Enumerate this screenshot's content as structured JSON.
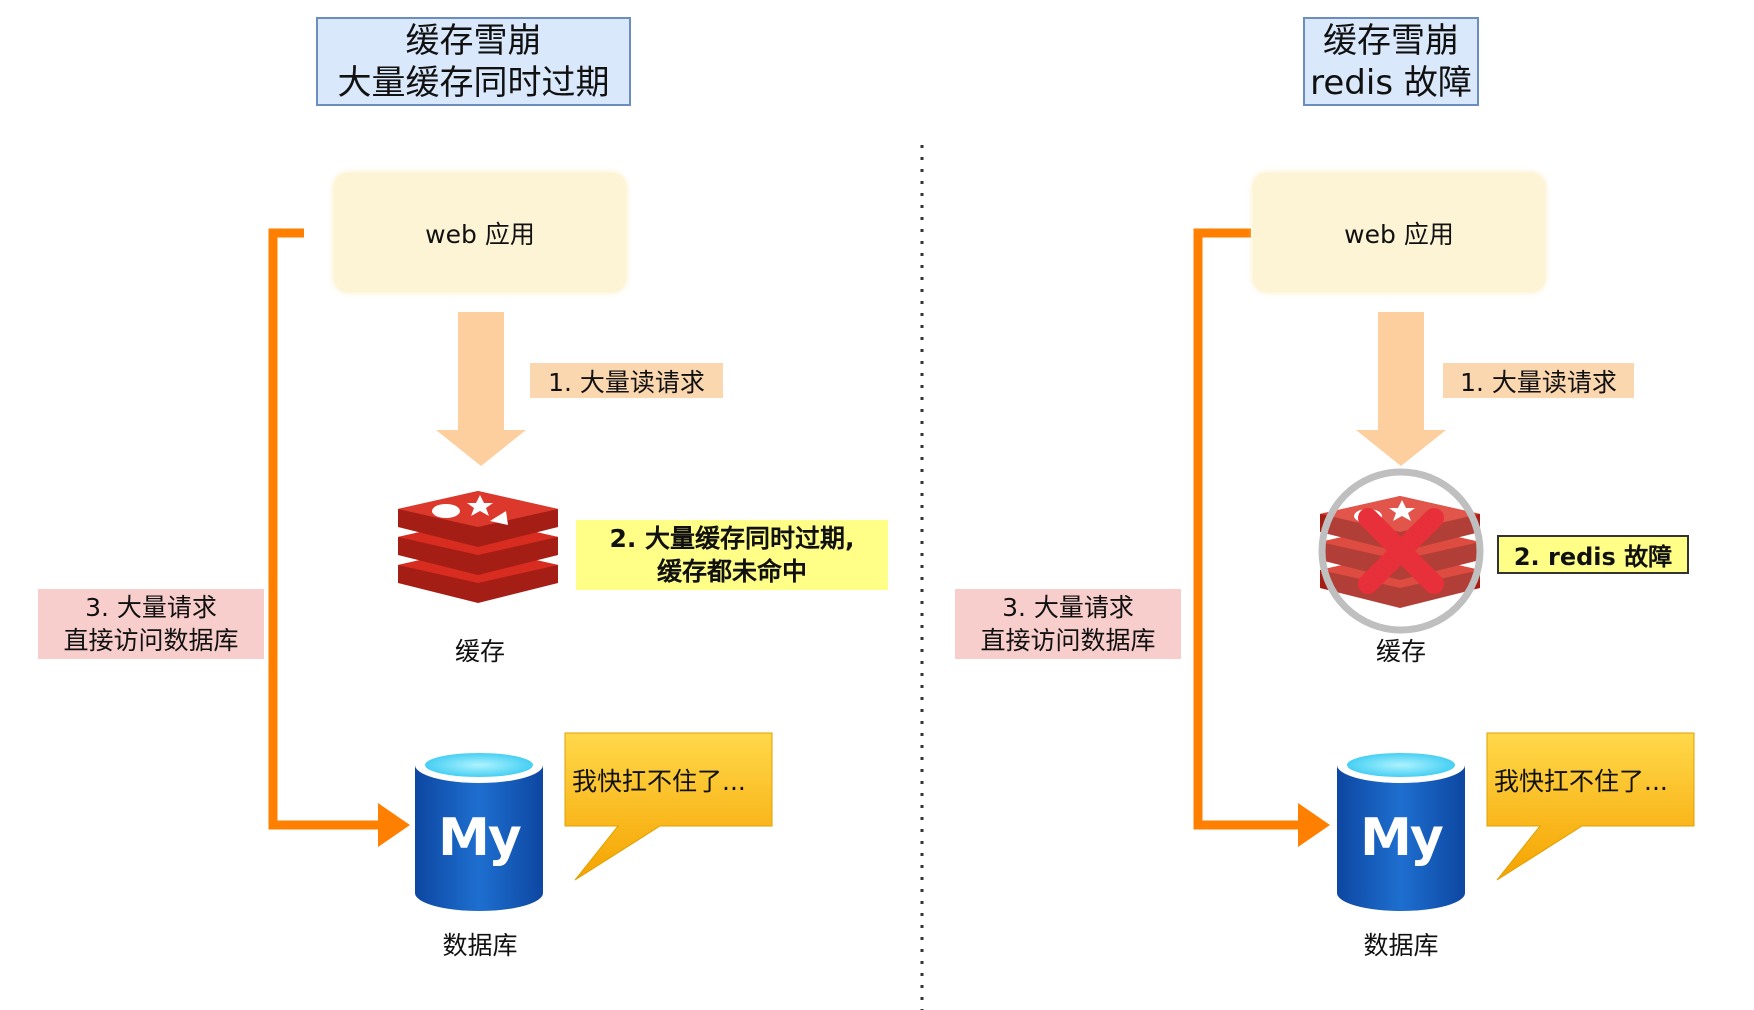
{
  "left": {
    "title_line1": "缓存雪崩",
    "title_line2": "大量缓存同时过期",
    "web_app": "web 应用",
    "step1": "1. 大量读请求",
    "step2_line1": "2. 大量缓存同时过期,",
    "step2_line2": "缓存都未命中",
    "step3_line1": "3. 大量请求",
    "step3_line2": "直接访问数据库",
    "cache_label": "缓存",
    "db_label": "数据库",
    "speech": "我快扛不住了..."
  },
  "right": {
    "title_line1": "缓存雪崩",
    "title_line2": "redis 故障",
    "web_app": "web 应用",
    "step1": "1. 大量读请求",
    "step2": "2. redis 故障",
    "step3_line1": "3. 大量请求",
    "step3_line2": "直接访问数据库",
    "cache_label": "缓存",
    "db_label": "数据库",
    "speech": "我快扛不住了..."
  },
  "db_logo_text": "My",
  "colors": {
    "orange_line": "#ff7f00",
    "peach_arrow": "#fdcf9f",
    "title_fill": "#dae8fc",
    "title_border": "#6c8ebf",
    "redis_red": "#d82c20",
    "mysql_blue": "#1565c0",
    "speech_fill": "#ffbf00",
    "error_red": "#e8303a"
  },
  "icons": [
    "redis-icon",
    "mysql-icon",
    "error-x-icon",
    "speech-bubble-icon"
  ]
}
